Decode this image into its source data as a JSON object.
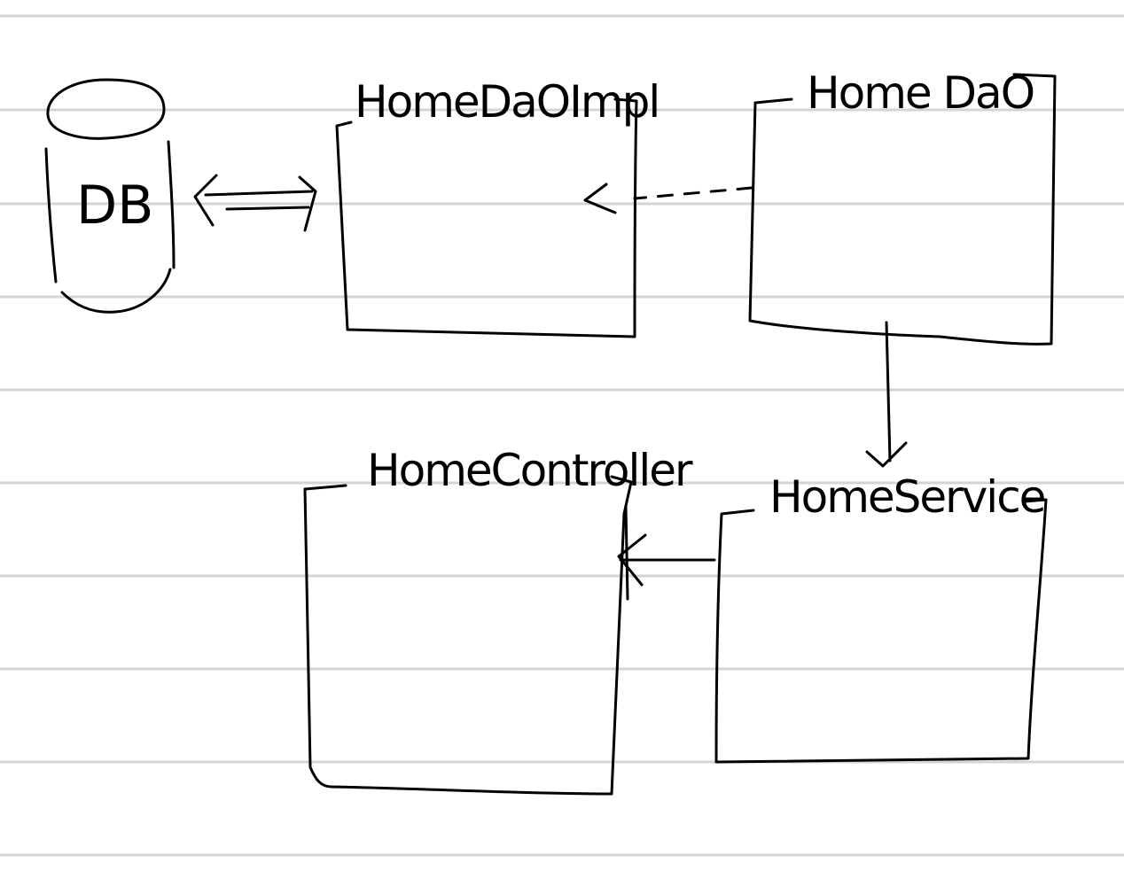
{
  "diagram": {
    "nodes": {
      "db": {
        "label": "DB",
        "shape": "cylinder"
      },
      "home_dao_impl": {
        "label": "HomeDaOImpl",
        "shape": "box"
      },
      "home_dao": {
        "label": "Home DaO",
        "shape": "box"
      },
      "home_service": {
        "label": "HomeService",
        "shape": "box"
      },
      "home_controller": {
        "label": "HomeController",
        "shape": "box"
      }
    },
    "edges": [
      {
        "from": "db",
        "to": "home_dao_impl",
        "style": "bidirectional"
      },
      {
        "from": "home_dao",
        "to": "home_dao_impl",
        "style": "dashed"
      },
      {
        "from": "home_dao",
        "to": "home_service",
        "style": "solid"
      },
      {
        "from": "home_service",
        "to": "home_controller",
        "style": "solid"
      }
    ]
  },
  "colors": {
    "ink": "#000000",
    "ruled_line": "#d4d4d4",
    "paper": "#ffffff"
  }
}
